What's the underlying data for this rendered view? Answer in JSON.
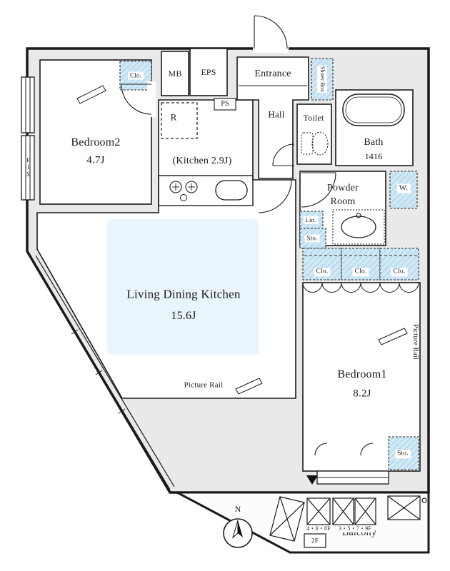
{
  "colors": {
    "closet_fill": "#cfe8f6",
    "ldk_highlight": "#e9f5fc",
    "wall_fill": "#e9e9e9",
    "line": "#1a1a1a"
  },
  "rooms": {
    "bedroom2": {
      "name": "Bedroom2",
      "size": "4.7J",
      "closet": "Clo."
    },
    "kitchen": {
      "label": "(Kitchen 2.9J)",
      "fridge": "R"
    },
    "ldk": {
      "name": "Living Dining Kitchen",
      "size": "15.6J",
      "picture_rail": "Picture Rail"
    },
    "bedroom1": {
      "name": "Bedroom1",
      "size": "8.2J",
      "picture_rail": "Picture Rail",
      "storage": "Sto."
    },
    "bath": {
      "name": "Bath",
      "size": "1416"
    },
    "powder_room": {
      "line1": "Powder",
      "line2": "Room",
      "washer": "W.",
      "linen": "Lin.",
      "storage": "Sto."
    },
    "toilet": "Toilet",
    "hall": "Hall",
    "entrance": {
      "name": "Entrance",
      "shoes_box": "Shoes Box"
    },
    "closets": [
      "Clo.",
      "Clo.",
      "Clo."
    ],
    "balcony": {
      "name": "Balcony",
      "floor_label_1": "4・6・8F",
      "floor_label_2": "3・5・7・9F",
      "floor_label_3": "2F"
    }
  },
  "services": {
    "mb": "MB",
    "eps": "EPS",
    "ps": "PS"
  },
  "annotations": {
    "fix": "FIX",
    "north": "N"
  }
}
